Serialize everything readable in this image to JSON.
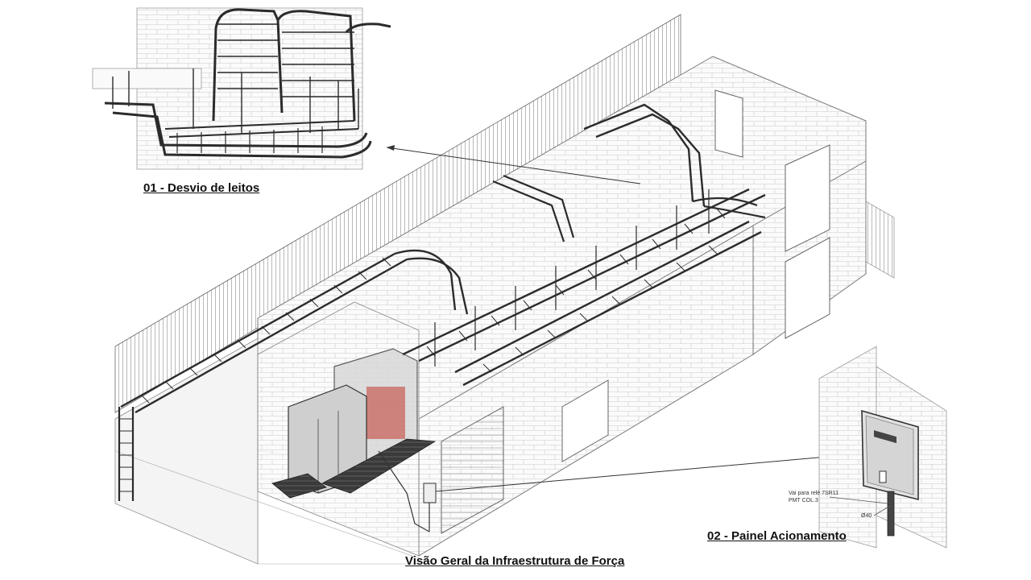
{
  "captions": {
    "detail_01": "01 - Desvio de leitos",
    "detail_02": "02 - Painel Acionamento",
    "overview": "Visão Geral da Infraestrutura de Força"
  },
  "annotations": {
    "relay_note": "Vai para relé 7SR11",
    "column_note": "PMT COL.3",
    "conduit_diameter": "Ø40"
  },
  "colors": {
    "line": "#555555",
    "tray": "#2b2b2b",
    "transformer_glow": "#c0392b",
    "background": "#ffffff"
  }
}
